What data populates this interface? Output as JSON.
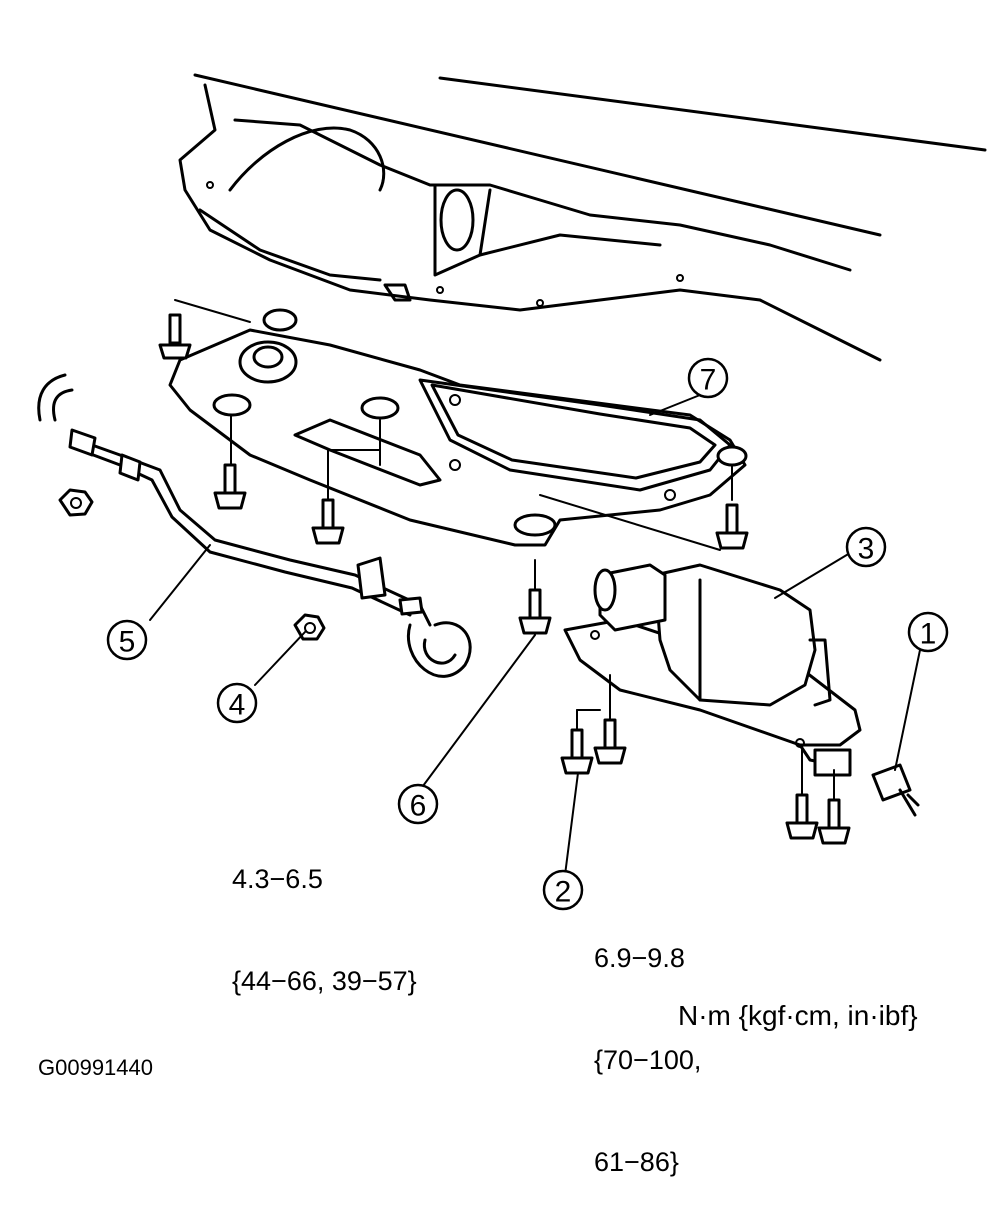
{
  "callouts": [
    "1",
    "2",
    "3",
    "4",
    "5",
    "6",
    "7"
  ],
  "torque_specs": {
    "bolt_6": {
      "line1": "4.3−6.5",
      "line2": "{44−66, 39−57}"
    },
    "bolt_2": {
      "line1": "6.9−9.8",
      "line2": "{70−100,",
      "line3": "61−86}"
    }
  },
  "units": "N·m {kgf·cm, in·ibf}",
  "figure_id": "G00991440"
}
